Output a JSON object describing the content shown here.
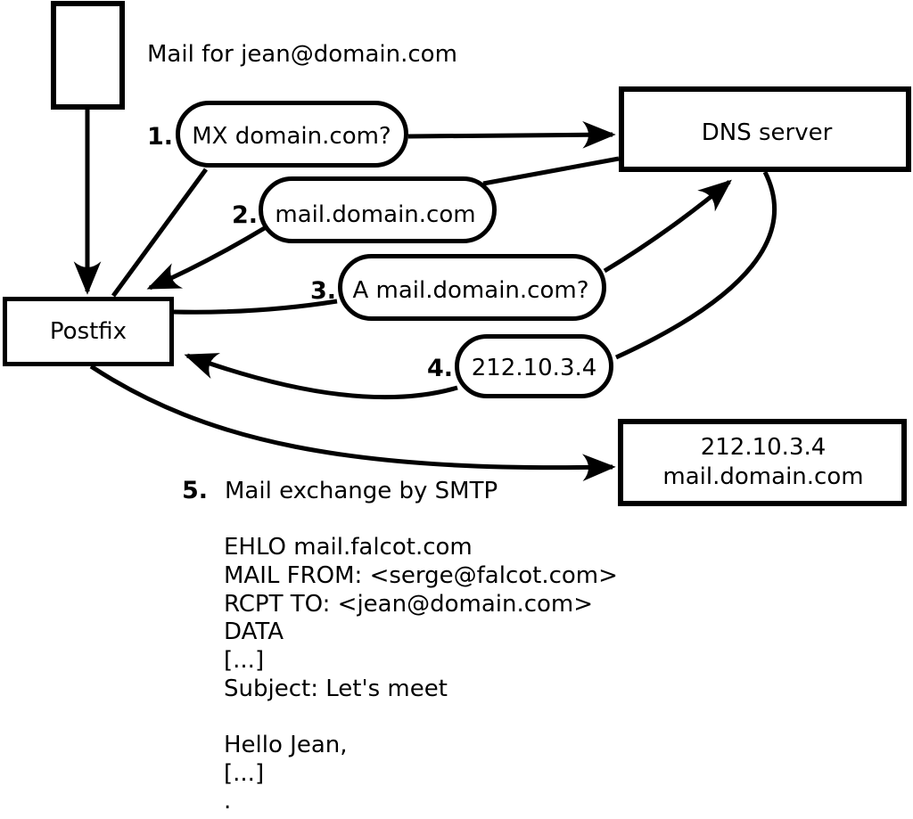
{
  "diagram": {
    "caption": "Mail for jean@domain.com",
    "postfix": {
      "label": "Postfix"
    },
    "dns": {
      "label": "DNS server"
    },
    "mx_host": {
      "ip": "212.10.3.4",
      "hostname": "mail.domain.com"
    },
    "steps": [
      {
        "num": "1.",
        "label": "MX domain.com?"
      },
      {
        "num": "2.",
        "label": "mail.domain.com"
      },
      {
        "num": "3.",
        "label": "A mail.domain.com?"
      },
      {
        "num": "4.",
        "label": "212.10.3.4"
      },
      {
        "num": "5.",
        "label": "Mail exchange by SMTP"
      }
    ],
    "smtp_session": {
      "lines": [
        "EHLO mail.falcot.com",
        "MAIL FROM: <serge@falcot.com>",
        "RCPT TO: <jean@domain.com>",
        "DATA",
        "[...]",
        "Subject: Let's meet",
        "",
        "Hello Jean,",
        "[...]",
        "."
      ]
    },
    "colors": {
      "line": "#000000",
      "fill": "#ffffff"
    }
  }
}
